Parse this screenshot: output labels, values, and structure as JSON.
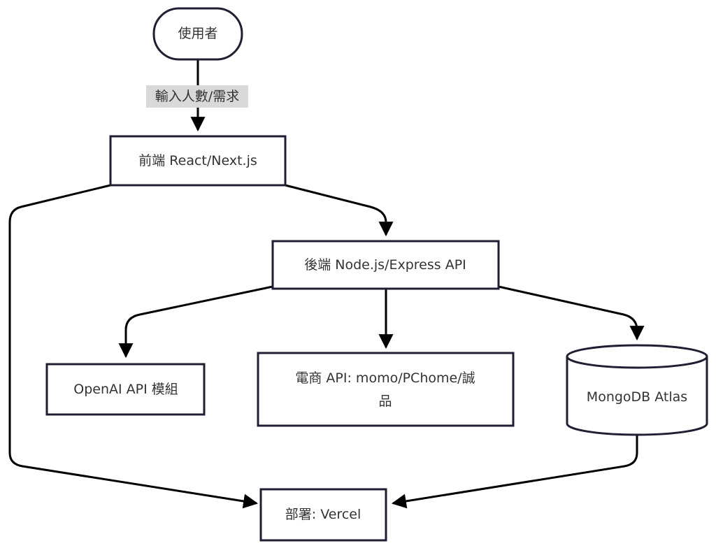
{
  "nodes": {
    "user": "使用者",
    "frontend": "前端 React/Next.js",
    "backend": "後端 Node.js/Express API",
    "openai": "OpenAI API 模組",
    "ecommerce_line1": "電商 API: momo/PChome/誠",
    "ecommerce_line2": "品",
    "mongodb": "MongoDB Atlas",
    "deploy": "部署: Vercel"
  },
  "edges": {
    "user_to_frontend": "輸入人數/需求"
  },
  "colors": {
    "stroke": "#1f1f33",
    "edge_label_bg": "#d9d9d9",
    "text": "#333333"
  }
}
